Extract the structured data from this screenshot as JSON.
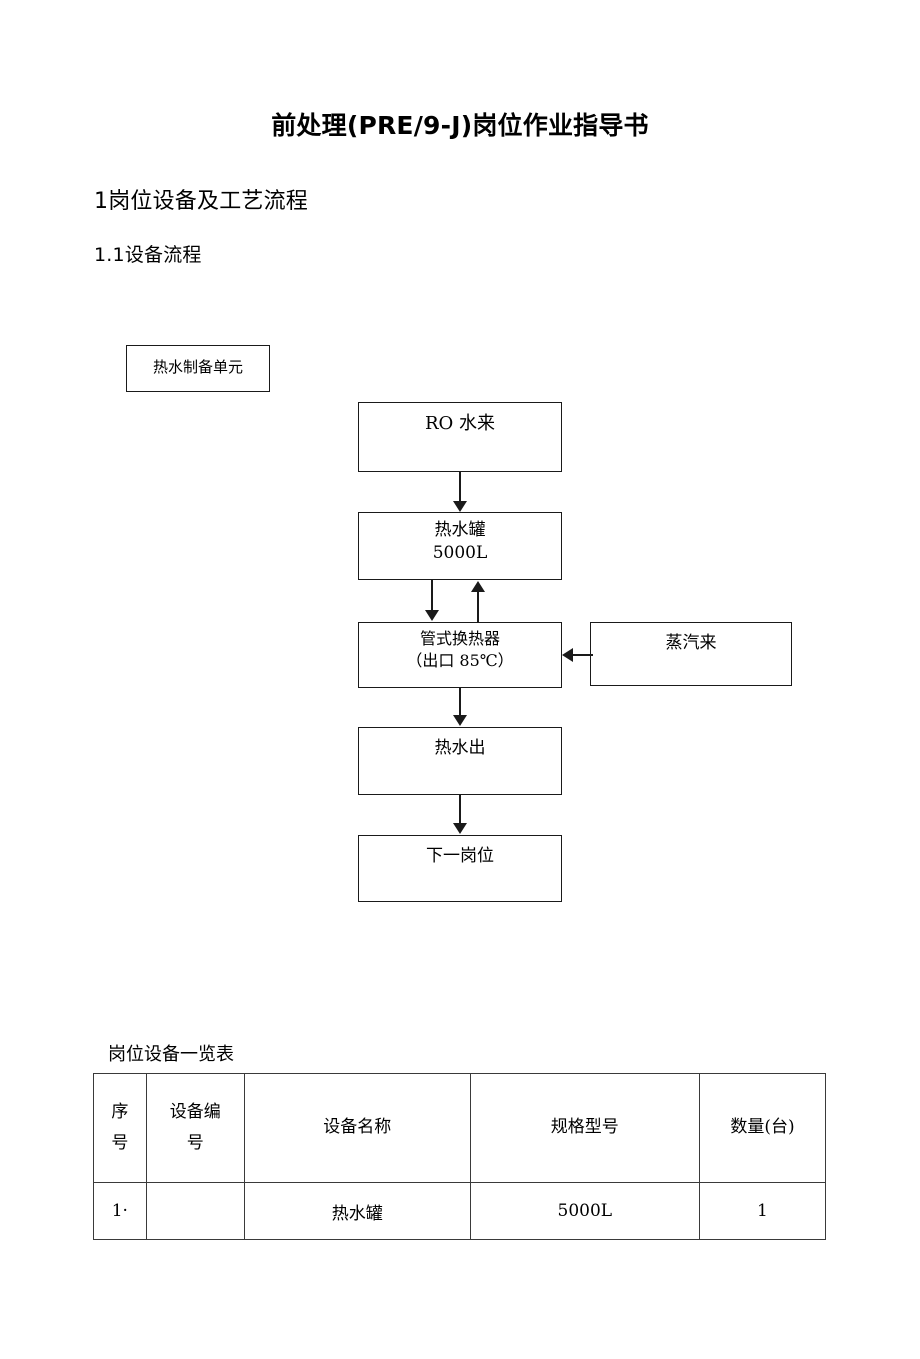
{
  "document": {
    "title": "前处理(PRE/9-J)岗位作业指导书",
    "headings": {
      "h1": "1岗位设备及工艺流程",
      "h2": "1.1设备流程"
    }
  },
  "flowchart": {
    "unit_label": "热水制备单元",
    "nodes": {
      "ro_water": "RO 水来",
      "hot_water_tank": "热水罐\n5000L",
      "heat_exchanger": "管式换热器\n（出口 85℃）",
      "steam_in": "蒸汽来",
      "hot_water_out": "热水出",
      "next_station": "下一岗位"
    }
  },
  "table": {
    "caption": "岗位设备一览表",
    "columns": [
      "序\n号",
      "设备编\n号",
      "设备名称",
      "规格型号",
      "数量(台)"
    ],
    "rows": [
      {
        "seq": "1·",
        "code": "",
        "name": "热水罐",
        "spec": "5000L",
        "qty": "1"
      }
    ]
  }
}
